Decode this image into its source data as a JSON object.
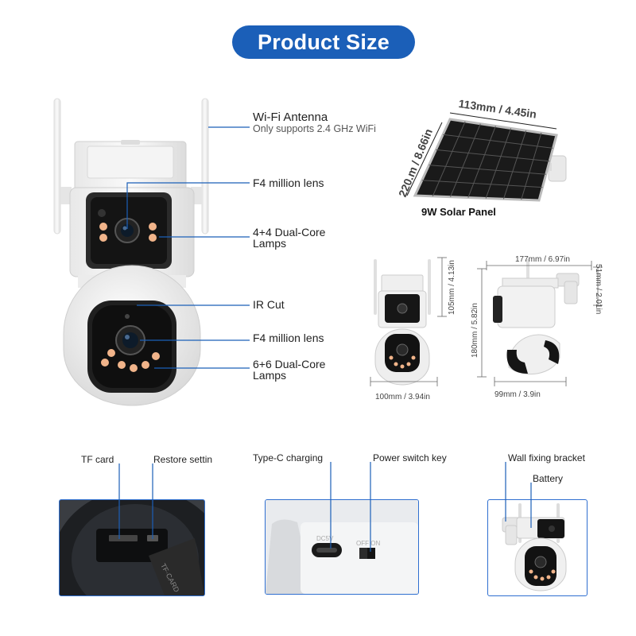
{
  "header": {
    "title": "Product Size"
  },
  "main_callouts": {
    "wifi_antenna": "Wi-Fi Antenna",
    "wifi_note": "Only supports 2.4 GHz WiFi",
    "lens_top": "F4 million lens",
    "lamps_top_1": "4+4 Dual-Core",
    "lamps_top_2": "Lamps",
    "ir_cut": "IR Cut",
    "lens_bottom": "F4 million lens",
    "lamps_bottom_1": "6+6 Dual-Core",
    "lamps_bottom_2": "Lamps"
  },
  "solar_panel": {
    "width": "113mm / 4.45in",
    "height": "220.m / 8.66in",
    "label": "9W Solar Panel"
  },
  "dimensions": {
    "front_height": "105mm / 4.13in",
    "front_width": "100mm / 3.94in",
    "side_top_width": "177mm / 6.97in",
    "side_bracket_height": "51mm / 2.01in",
    "side_height": "180mm / 5.82in",
    "side_width": "99mm / 3.9in"
  },
  "bottom_labels": {
    "tf_card": "TF card",
    "restore": "Restore settin",
    "typec": "Type-C charging",
    "power_switch": "Power switch key",
    "wall_bracket": "Wall fixing bracket",
    "battery": "Battery",
    "port_dc": "DC5V",
    "port_off_on": "OFF ON",
    "flap_text": "TF·CARD"
  },
  "colors": {
    "accent": "#1b5fb8",
    "frame": "#2f6fd0",
    "lamp": "#f1b48a"
  }
}
